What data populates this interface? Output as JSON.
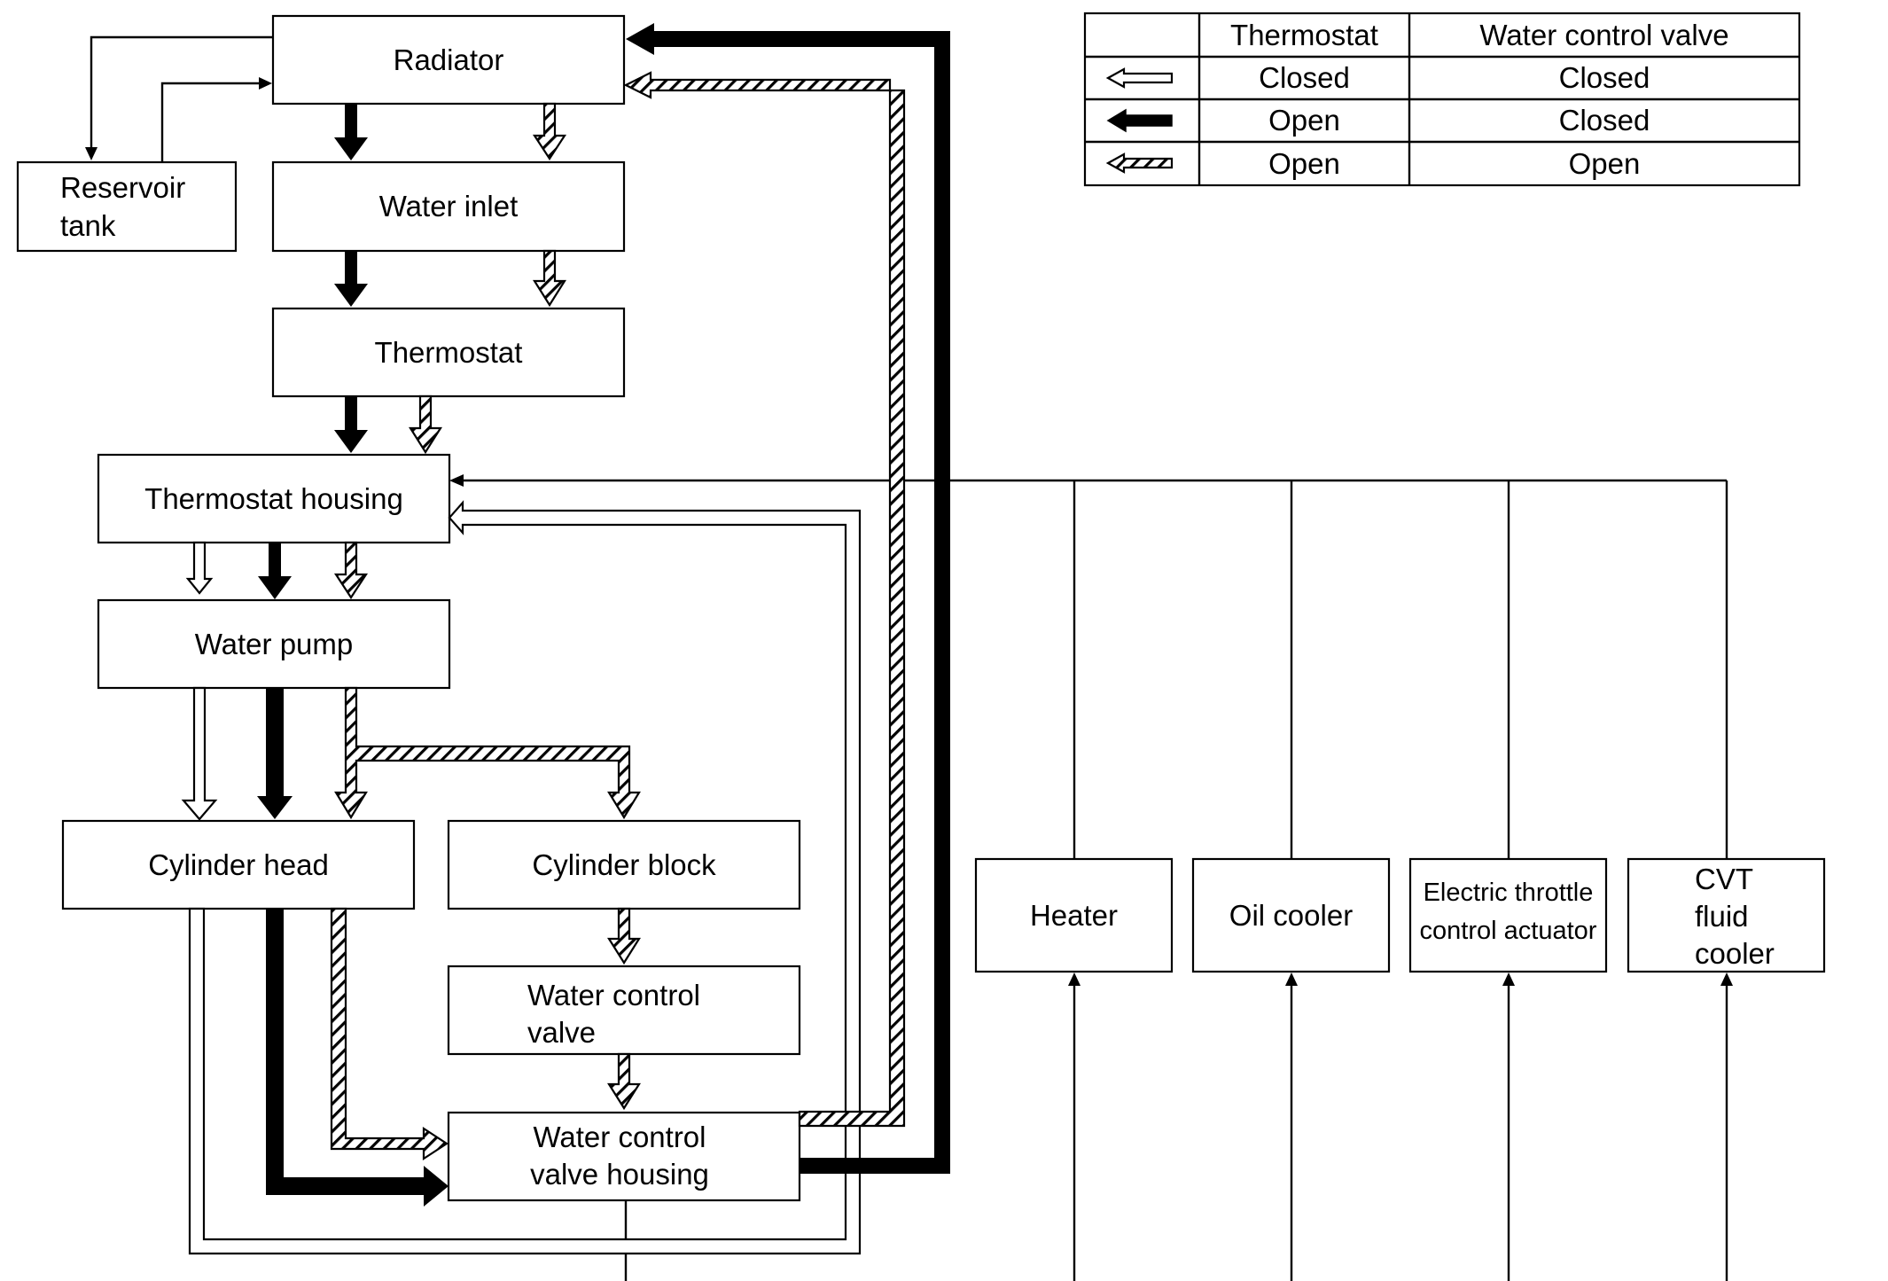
{
  "legend": {
    "headers": [
      "Thermostat",
      "Water control valve"
    ],
    "rows": [
      {
        "icon": "outline-arrow-icon",
        "thermostat": "Closed",
        "valve": "Closed"
      },
      {
        "icon": "solid-arrow-icon",
        "thermostat": "Open",
        "valve": "Closed"
      },
      {
        "icon": "hatched-arrow-icon",
        "thermostat": "Open",
        "valve": "Open"
      }
    ]
  },
  "components": {
    "radiator": "Radiator",
    "reservoir_line1": "Reservoir",
    "reservoir_line2": "tank",
    "water_inlet": "Water inlet",
    "thermostat": "Thermostat",
    "thermostat_housing": "Thermostat housing",
    "water_pump": "Water pump",
    "cylinder_head": "Cylinder head",
    "cylinder_block": "Cylinder block",
    "wcv_line1": "Water control",
    "wcv_line2": "valve",
    "wcvh_line1": "Water control",
    "wcvh_line2": "valve housing",
    "heater": "Heater",
    "oil_cooler": "Oil cooler",
    "eta_line1": "Electric throttle",
    "eta_line2": "control actuator",
    "cvt_line1": "CVT",
    "cvt_line2": "fluid",
    "cvt_line3": "cooler"
  }
}
